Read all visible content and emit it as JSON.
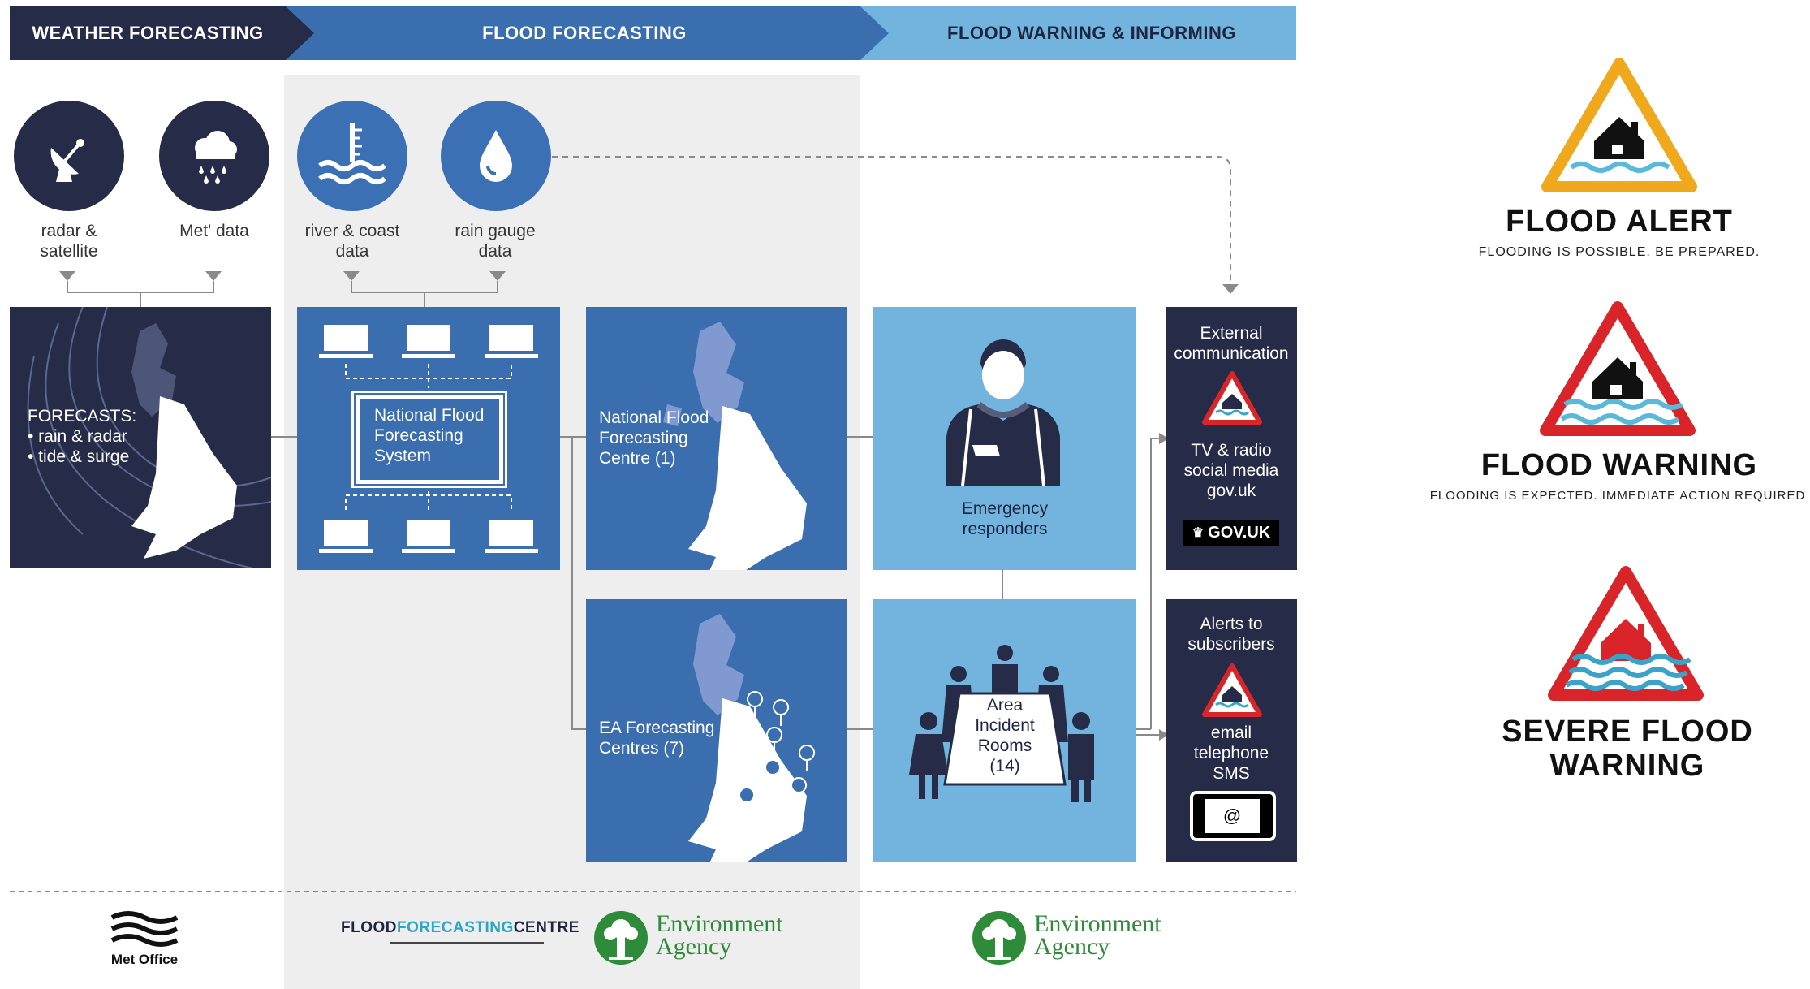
{
  "headers": {
    "weather": "WEATHER FORECASTING",
    "flood": "FLOOD FORECASTING",
    "warning": "FLOOD WARNING & INFORMING"
  },
  "sources": {
    "radar": "radar & satellite",
    "met": "Met' data",
    "river": "river & coast data",
    "rain_gauge": "rain gauge data"
  },
  "forecasts": {
    "title": "FORECASTS:",
    "item1": "• rain & radar",
    "item2": "• tide & surge"
  },
  "nffs": "National Flood Forecasting System",
  "nffc": "National Flood Forecasting Centre (1)",
  "ea_centres": "EA Forecasting Centres (7)",
  "emergency": "Emergency responders",
  "incident_rooms": "Area Incident Rooms (14)",
  "external": {
    "title": "External communication",
    "channels": "TV & radio social media gov.uk",
    "govuk": "GOV.UK"
  },
  "alerts": {
    "title": "Alerts to subscribers",
    "channels": "email telephone SMS",
    "at": "@"
  },
  "footer": {
    "metoffice": "Met Office",
    "ffc_flood": "FLOOD",
    "ffc_forecasting": "FORECASTING",
    "ffc_centre": "CENTRE",
    "ea1_line1": "Environment",
    "ea1_line2": "Agency",
    "ea2_line1": "Environment",
    "ea2_line2": "Agency"
  },
  "legend": {
    "alert_title": "FLOOD ALERT",
    "alert_sub": "FLOODING IS POSSIBLE. BE PREPARED.",
    "warning_title": "FLOOD WARNING",
    "warning_sub": "FLOODING IS EXPECTED. IMMEDIATE ACTION REQUIRED",
    "severe_line1": "SEVERE FLOOD",
    "severe_line2": "WARNING"
  },
  "colors": {
    "dark_navy": "#262b47",
    "mid_blue": "#3b6eae",
    "light_blue": "#72b4dd",
    "alert_amber": "#f0a81c",
    "warning_red": "#d9242a",
    "ea_green": "#2e8b3a"
  }
}
